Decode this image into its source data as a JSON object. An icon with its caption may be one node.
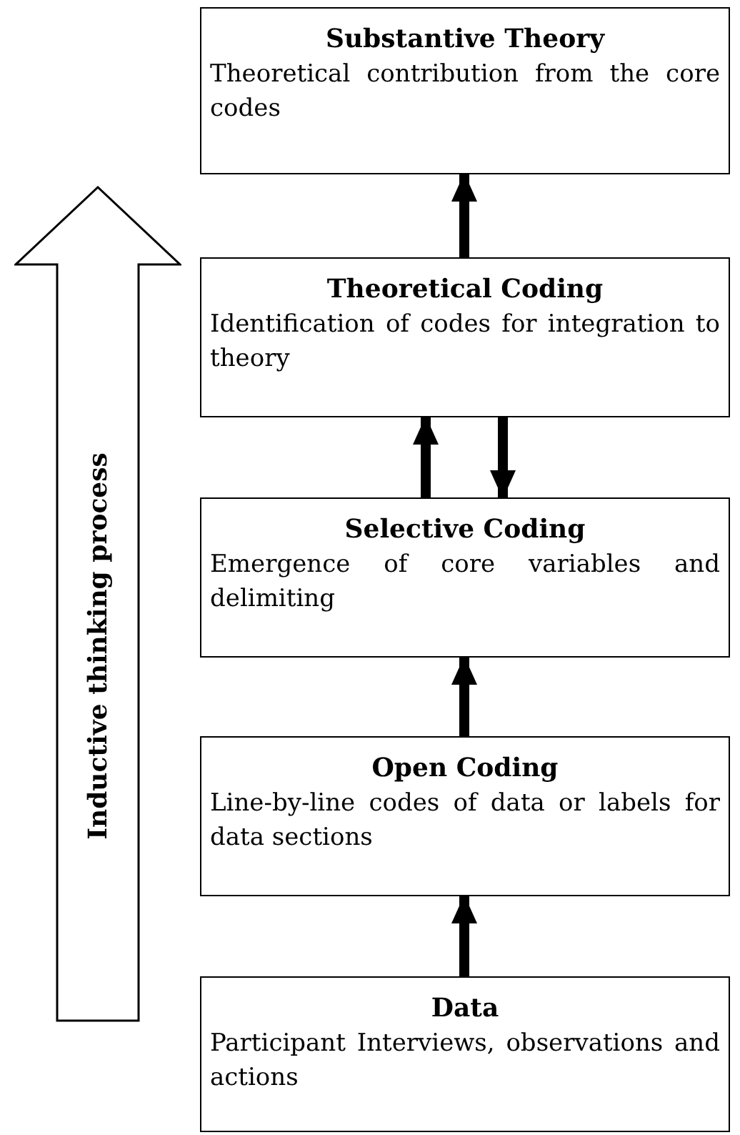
{
  "diagram": {
    "nodes": [
      {
        "text": [
          "Substantive Theory",
          "Theoretical contribution from the core codes"
        ]
      },
      {
        "text": [
          "Theoretical Coding",
          "Identification of codes for integration to theory"
        ]
      },
      {
        "text": [
          "Selective Coding",
          "Emergence of core variables and delimiting"
        ]
      },
      {
        "text": [
          "Open Coding",
          "Line-by-line codes of data or labels for data sections"
        ]
      },
      {
        "text": [
          "Data",
          "Participant Interviews, observations and actions"
        ]
      },
      {
        "text": [
          "Inductive thinking process"
        ]
      }
    ],
    "edges": [
      {
        "from": 4,
        "to": 3,
        "arrow": "to"
      },
      {
        "from": 3,
        "to": 2,
        "arrow": "to"
      },
      {
        "from": 2,
        "to": 1,
        "arrow": "to"
      },
      {
        "from": 1,
        "to": 2,
        "arrow": "to"
      },
      {
        "from": 1,
        "to": 0,
        "arrow": "to"
      }
    ]
  }
}
